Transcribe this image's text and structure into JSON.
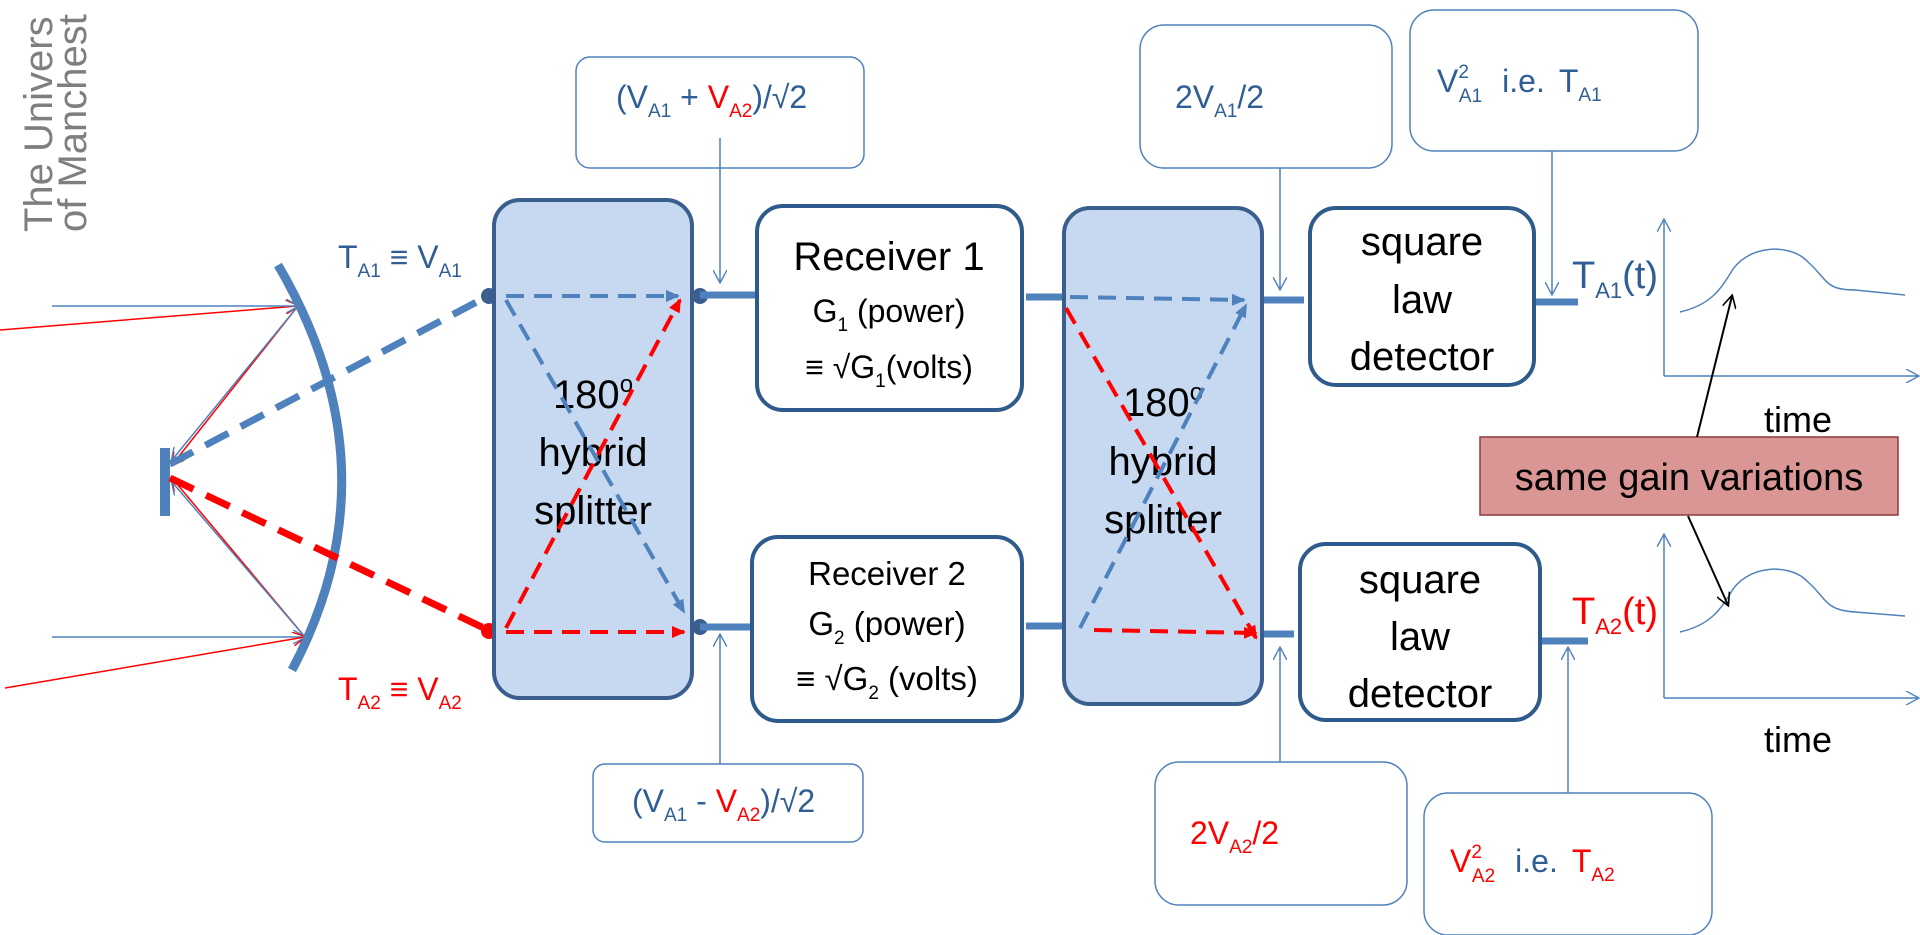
{
  "logo": {
    "line1": "The Univers",
    "line2": "of Manchest"
  },
  "antenna": {
    "feed1": {
      "T": "T",
      "Tsub": "A1",
      "eq": " ≡ V",
      "Vsub": "A1"
    },
    "feed2": {
      "T": "T",
      "Tsub": "A2",
      "eq": " ≡ V",
      "Vsub": "A2"
    }
  },
  "hybrid1": {
    "degree": "180",
    "deg_sup": "o",
    "line2": "hybrid",
    "line3": "splitter"
  },
  "hybrid2": {
    "degree": "180",
    "deg_sup": "o",
    "line2": "hybrid",
    "line3": "splitter"
  },
  "receiver1": {
    "title": "Receiver 1",
    "gain_G": "G",
    "gain_sub": "1",
    "gain_tail": " (power)",
    "volts_pre": "≡ √G",
    "volts_sub": "1",
    "volts_tail": "(volts)"
  },
  "receiver2": {
    "title": "Receiver 2",
    "gain_G": "G",
    "gain_sub": "2",
    "gain_tail": " (power)",
    "volts_pre": "≡ √G",
    "volts_sub": "2",
    "volts_tail": " (volts)"
  },
  "detector1": {
    "line1": "square",
    "line2": "law",
    "line3": "detector"
  },
  "detector2": {
    "line1": "square",
    "line2": "law",
    "line3": "detector"
  },
  "callouts": {
    "sum": {
      "open": "(V",
      "sub1": "A1",
      "op": " + ",
      "V2": "V",
      "sub2": "A2",
      "close": ")/√2"
    },
    "diff": {
      "open": "(V",
      "sub1": "A1",
      "op": " - ",
      "V2": "V",
      "sub2": "A2",
      "close": ")/√2"
    },
    "out1": {
      "pre": "2V",
      "sub": "A1",
      "post": "/2"
    },
    "out2": {
      "pre": "2V",
      "sub": "A2",
      "post": "/2"
    },
    "sq1": {
      "V": "V",
      "sup": "2",
      "sub": "A1",
      "ie": "i.e.",
      "T": "T",
      "Tsub": "A1"
    },
    "sq2": {
      "V": "V",
      "sup": "2",
      "sub": "A2",
      "ie": "i.e.",
      "T": "T",
      "Tsub": "A2"
    }
  },
  "outputs": {
    "t1": {
      "T": "T",
      "sub": "A1",
      "tail": "(t)"
    },
    "t2": {
      "T": "T",
      "sub": "A2",
      "tail": "(t)"
    },
    "time_label": "time"
  },
  "annotation": {
    "text": "same gain variations"
  },
  "colors": {
    "blue": "#4f81bd",
    "blue_text": "#2f5d95",
    "red": "#ff0000",
    "splitter_fill": "#c6d9f1",
    "annotation_fill": "#da9694"
  }
}
